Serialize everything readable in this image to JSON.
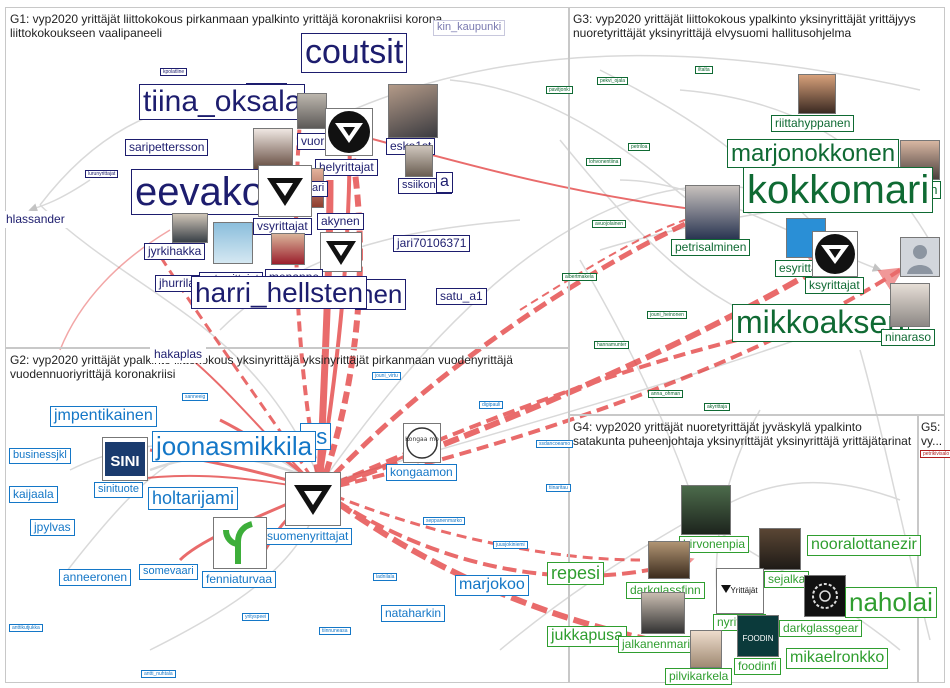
{
  "colors": {
    "g1": "#1d1d6e",
    "g2": "#1477c7",
    "g3": "#0f6a33",
    "g4": "#2f9e2f",
    "g5": "#b11d1d",
    "edge_red": "#e23a3a",
    "edge_grey": "#cfcfcf",
    "box_border": "#c8c8c8"
  },
  "groups": {
    "g1": {
      "title": "G1: vyp2020 yrittäjät liittokokous pirkanmaan ypalkinto yrittäjä koronakriisi korona liittokokoukseen vaalipaneeli"
    },
    "g2": {
      "title": "G2: vyp2020 yrittäjät ypalkinto liittokokous yksinyrittäjä yksinyrittäjät pirkanmaan vuodenyrittäjä vuodennuoriyrittäjä koronakriisi"
    },
    "g3": {
      "title": "G3: vyp2020 yrittäjät liittokokous ypalkinto yksinyrittäjät yrittäjyys nuoretyrittäjät yksinyrittäjä elvysuomi hallitusohjelma"
    },
    "g4": {
      "title": "G4: vyp2020 yrittäjät nuoretyrittäjät jyväskylä ypalkinto satakunta puheenjohtaja yksinyrittäjät yksinyrittäjä yrittäjätarinat"
    },
    "g5": {
      "title": "G5: vy..."
    }
  },
  "nodes": {
    "coutsit": "coutsit",
    "kin_kaupunki": "kin_kaupunki",
    "tiina_oksala": "tiina_oksala",
    "aria": "aria",
    "vuor": "vuor",
    "esko1st": "esko1st",
    "saripettersson": "saripettersson",
    "helyrittajat": "helyrittajat",
    "ssiikonen": "ssiikonen",
    "eevako": "eevako",
    "ari": "ari",
    "vsyrittajat": "vsyrittajat",
    "akynen": "akynen",
    "hlassander": "hlassander",
    "jyrkihakka": "jyrkihakka",
    "jari70106371": "jari70106371",
    "jhurrila": "jhurrila",
    "satyyrittajat": "satyyrittajat",
    "menanne": "menanne",
    "harri_hellsten": "harri_hellsten",
    "nen": "nen",
    "satu_a1": "satu_a1",
    "hakaplas": "hakaplas",
    "riittahyppanen": "riittahyppanen",
    "marjonokkonen": "marjonokkonen",
    "kokkomari": "kokkomari",
    "en": "en",
    "petrisalminen": "petrisalminen",
    "esyrittajat": "esyrittajat",
    "ksyrittajat": "ksyrittajat",
    "mikkoaksen": "mikkoaksen",
    "ninaraso": "ninaraso",
    "jmpentikainen": "jmpentikainen",
    "joonasmikkila": "joonasmikkila",
    "us": "us",
    "kongaamon": "kongaamon",
    "businessjkl": "businessjkl",
    "sinituote": "sinituote",
    "kaijaala": "kaijaala",
    "holtarijami": "holtarijami",
    "suomenyrittajat": "suomenyrittajat",
    "jpylvas": "jpylvas",
    "anneeronen": "anneeronen",
    "somevaari": "somevaari",
    "fenniaturvaa": "fenniaturvaa",
    "marjokoo": "marjokoo",
    "nataharkin": "nataharkin",
    "hirvonenpia": "hirvonenpia",
    "nooralottanezir": "nooralottanezir",
    "sejalka": "sejalka",
    "repesi": "repesi",
    "darkglassfinn": "darkglassfinn",
    "naholai": "naholai",
    "nyrittajat": "nyrittajat",
    "darkglassgear": "darkglassgear",
    "jukkapusa": "jukkapusa",
    "jalkanenmaria": "jalkanenmaria",
    "foodinfi": "foodinfi",
    "mikaelronkko": "mikaelronkko",
    "pilvikarkela": "pilvikarkela"
  },
  "tiny_labels": {
    "t1": "kpolatline",
    "t2": "lurunyrittajat",
    "t3": "pavitjonki",
    "t4": "pekvi_ojala",
    "t5": "iltalta",
    "t6": "lohvonentiina",
    "t7": "petriloa",
    "t8": "avuojolainen",
    "t9": "albertmakela",
    "t10": "jouni_heinonen",
    "t11": "hannamunter",
    "t12": "anna_ohman",
    "t13": "akyrittaja",
    "t14": "petrikivisalo",
    "t15": "jouni_virtu",
    "t16": "sanneeig",
    "t17": "digipauli",
    "t18": "ssdancoeamo",
    "t19": "tiinaritau",
    "t20": "seppanenmarko",
    "t21": "juusjokiniemi",
    "t22": "ladnilala",
    "t23": "anttikutjukka",
    "t24": "yrityspeei",
    "t25": "tiinnuneasa",
    "t26": "antti_nuhtala"
  },
  "logos": {
    "sini": "SINI",
    "foodin": "FOODIN",
    "yrittajat_text": "Yrittäjät",
    "kongaamon_mark": "Kongaa mo"
  }
}
